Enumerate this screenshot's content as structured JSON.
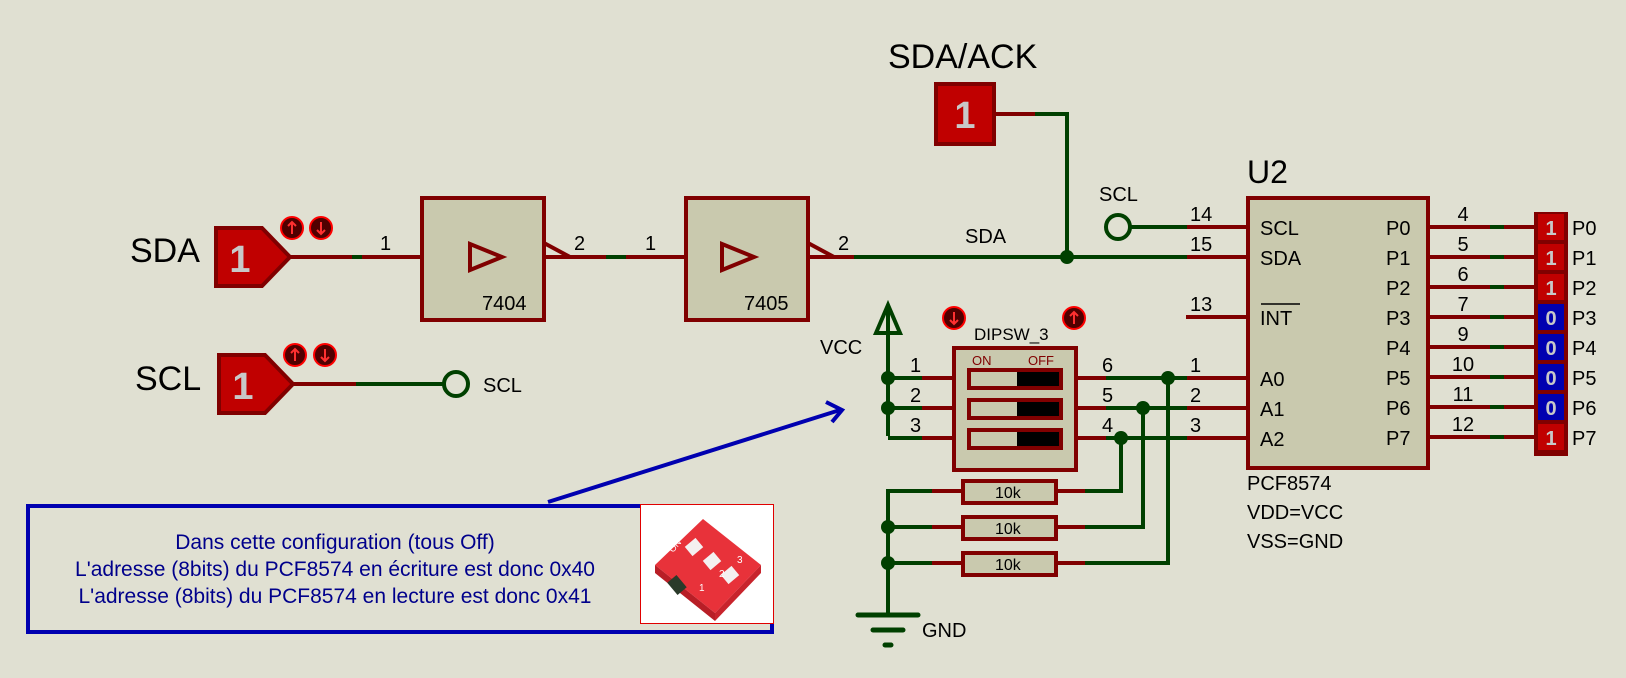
{
  "colors": {
    "background": "#e0e0d2",
    "wire_logic_high": "#800000",
    "wire_net": "#004000",
    "logic_high": "#c00000",
    "logic_low": "#0000b0",
    "note_border": "#0000b0",
    "note_text": "#00008b"
  },
  "inputs": {
    "sda": {
      "label": "SDA",
      "state": "1"
    },
    "scl": {
      "label": "SCL",
      "state": "1"
    },
    "sda_ack": {
      "label": "SDA/ACK",
      "state": "1"
    }
  },
  "gates": [
    {
      "part": "7404",
      "pin_in": "1",
      "pin_out": "2",
      "symbol": "buffer-inverter"
    },
    {
      "part": "7405",
      "pin_in": "1",
      "pin_out": "2",
      "symbol": "buffer-open-collector"
    }
  ],
  "nets": {
    "sda_label": "SDA",
    "scl_terminal_label": "SCL",
    "scl_terminal_label_2": "SCL",
    "vcc_label": "VCC",
    "gnd_label": "GND"
  },
  "dipswitch": {
    "name": "DIPSW_3",
    "on_label": "ON",
    "off_label": "OFF",
    "left_pins": [
      "1",
      "2",
      "3"
    ],
    "right_pins": [
      "6",
      "5",
      "4"
    ],
    "positions": [
      "OFF",
      "OFF",
      "OFF"
    ]
  },
  "resistors": [
    "10k",
    "10k",
    "10k"
  ],
  "chip": {
    "ref": "U2",
    "part": "PCF8574",
    "power": "VDD=VCC",
    "ground": "VSS=GND",
    "left_pins": [
      {
        "name": "SCL",
        "num": "14"
      },
      {
        "name": "SDA",
        "num": "15"
      },
      {
        "name": "INT",
        "num": "13",
        "overline": true
      },
      {
        "name": "A0",
        "num": "1"
      },
      {
        "name": "A1",
        "num": "2"
      },
      {
        "name": "A2",
        "num": "3"
      }
    ],
    "right_pins": [
      {
        "name": "P0",
        "num": "4"
      },
      {
        "name": "P1",
        "num": "5"
      },
      {
        "name": "P2",
        "num": "6"
      },
      {
        "name": "P3",
        "num": "7"
      },
      {
        "name": "P4",
        "num": "9"
      },
      {
        "name": "P5",
        "num": "10"
      },
      {
        "name": "P6",
        "num": "11"
      },
      {
        "name": "P7",
        "num": "12"
      }
    ]
  },
  "outputs": [
    {
      "label": "P0",
      "state": "1"
    },
    {
      "label": "P1",
      "state": "1"
    },
    {
      "label": "P2",
      "state": "1"
    },
    {
      "label": "P3",
      "state": "0"
    },
    {
      "label": "P4",
      "state": "0"
    },
    {
      "label": "P5",
      "state": "0"
    },
    {
      "label": "P6",
      "state": "0"
    },
    {
      "label": "P7",
      "state": "1"
    }
  ],
  "note": {
    "line1": "Dans cette configuration (tous Off)",
    "line2": "L'adresse (8bits) du PCF8574 en écriture est donc 0x40",
    "line3": "L'adresse (8bits) du PCF8574 en  lecture est donc 0x41",
    "photo_labels": {
      "on": "ON",
      "n1": "1",
      "n2": "2",
      "n3": "3"
    }
  }
}
